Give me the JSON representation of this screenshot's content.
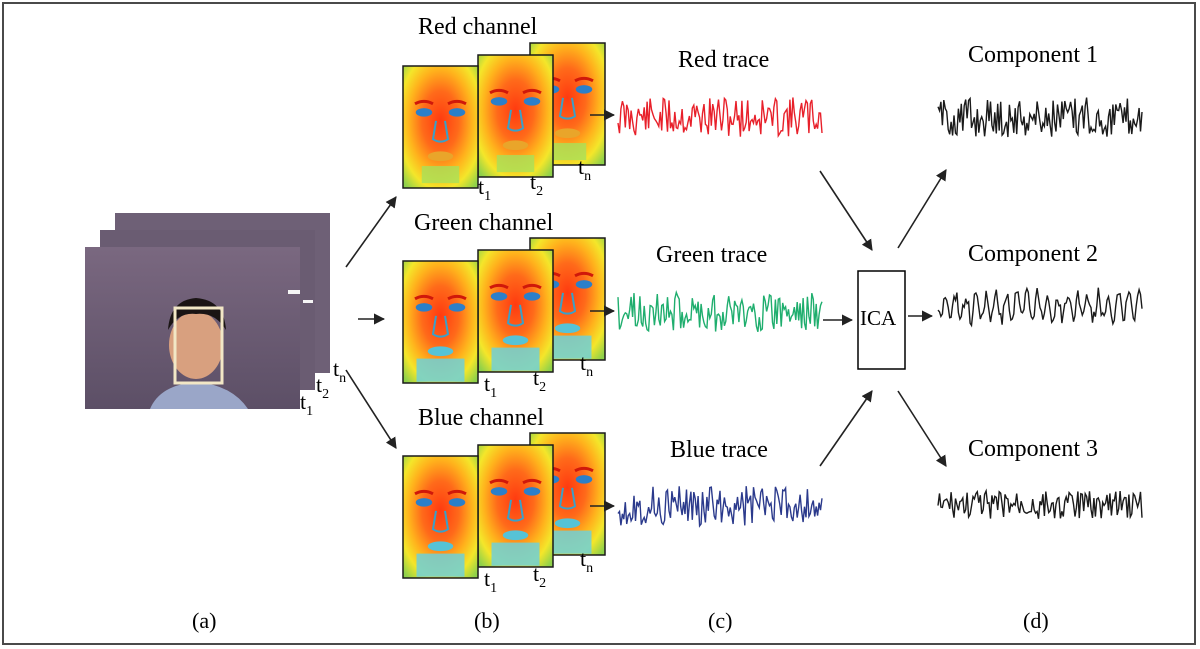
{
  "channels": {
    "red": "Red channel",
    "green": "Green channel",
    "blue": "Blue channel"
  },
  "traces": {
    "red": "Red trace",
    "green": "Green trace",
    "blue": "Blue trace"
  },
  "components": {
    "c1": "Component 1",
    "c2": "Component 2",
    "c3": "Component 3"
  },
  "ica_label": "ICA",
  "time_labels": {
    "t1": "t",
    "t2": "t",
    "tn": "t",
    "s1": "1",
    "s2": "2",
    "sn": "n"
  },
  "panel_labels": [
    "(a)",
    "(b)",
    "(c)",
    "(d)"
  ],
  "colors": {
    "red_trace": "#e8202a",
    "green_trace": "#1fae6e",
    "blue_trace": "#2b3a8c",
    "component": "#1a1a1a"
  }
}
